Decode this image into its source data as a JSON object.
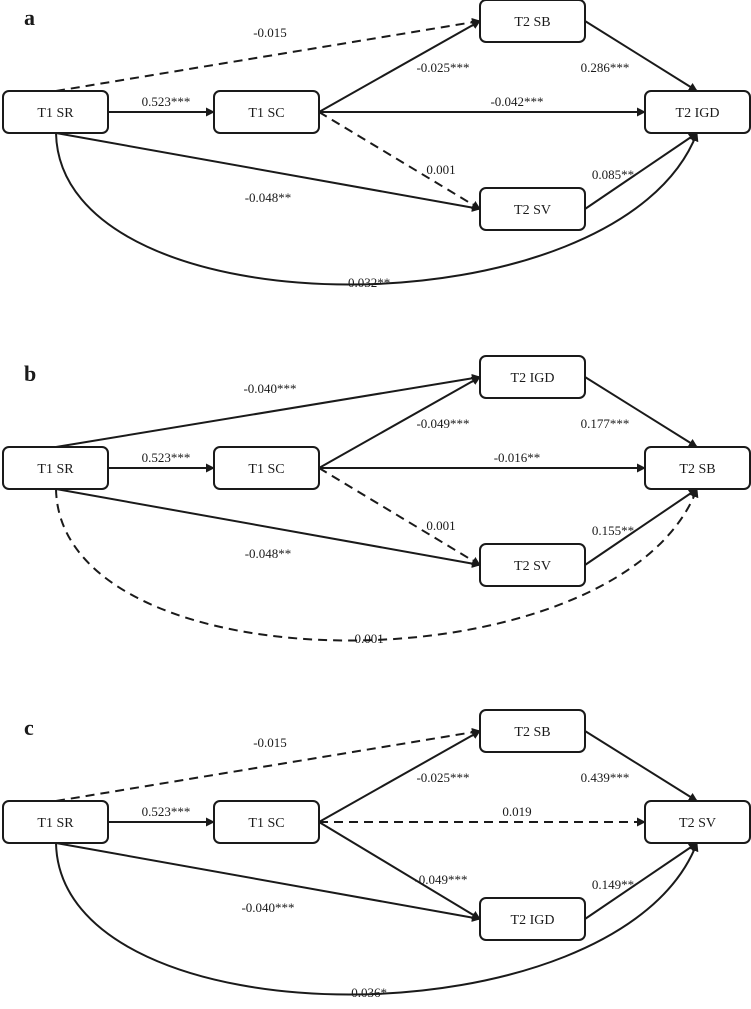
{
  "panels": [
    {
      "label": "a",
      "nodes": {
        "sr": "T1 SR",
        "sc": "T1 SC",
        "top": "T2 SB",
        "right": "T2 IGD",
        "bottom": "T2 SV"
      },
      "edges": {
        "sr_top": {
          "value": "-0.015",
          "dashed": true
        },
        "sr_sc": {
          "value": "0.523***",
          "dashed": false
        },
        "sc_top": {
          "value": "-0.025***",
          "dashed": false
        },
        "top_right": {
          "value": "0.286***",
          "dashed": false
        },
        "sc_right": {
          "value": "-0.042***",
          "dashed": false
        },
        "sc_bottom": {
          "value": "0.001",
          "dashed": true
        },
        "bottom_right": {
          "value": "0.085**",
          "dashed": false
        },
        "sr_bottom": {
          "value": "-0.048**",
          "dashed": false
        },
        "sr_right": {
          "value": "-0.032**",
          "dashed": false
        }
      }
    },
    {
      "label": "b",
      "nodes": {
        "sr": "T1 SR",
        "sc": "T1 SC",
        "top": "T2 IGD",
        "right": "T2 SB",
        "bottom": "T2 SV"
      },
      "edges": {
        "sr_top": {
          "value": "-0.040***",
          "dashed": false
        },
        "sr_sc": {
          "value": "0.523***",
          "dashed": false
        },
        "sc_top": {
          "value": "-0.049***",
          "dashed": false
        },
        "top_right": {
          "value": "0.177***",
          "dashed": false
        },
        "sc_right": {
          "value": "-0.016**",
          "dashed": false
        },
        "sc_bottom": {
          "value": "0.001",
          "dashed": true
        },
        "bottom_right": {
          "value": "0.155**",
          "dashed": false
        },
        "sr_bottom": {
          "value": "-0.048**",
          "dashed": false
        },
        "sr_right": {
          "value": "-0.001",
          "dashed": true
        }
      }
    },
    {
      "label": "c",
      "nodes": {
        "sr": "T1 SR",
        "sc": "T1 SC",
        "top": "T2 SB",
        "right": "T2 SV",
        "bottom": "T2 IGD"
      },
      "edges": {
        "sr_top": {
          "value": "-0.015",
          "dashed": true
        },
        "sr_sc": {
          "value": "0.523***",
          "dashed": false
        },
        "sc_top": {
          "value": "-0.025***",
          "dashed": false
        },
        "top_right": {
          "value": "0.439***",
          "dashed": false
        },
        "sc_right": {
          "value": "0.019",
          "dashed": true
        },
        "sc_bottom": {
          "value": "-0.049***",
          "dashed": false
        },
        "bottom_right": {
          "value": "0.149**",
          "dashed": false
        },
        "sr_bottom": {
          "value": "-0.040***",
          "dashed": false
        },
        "sr_right": {
          "value": "-0.036*",
          "dashed": false
        }
      }
    }
  ]
}
